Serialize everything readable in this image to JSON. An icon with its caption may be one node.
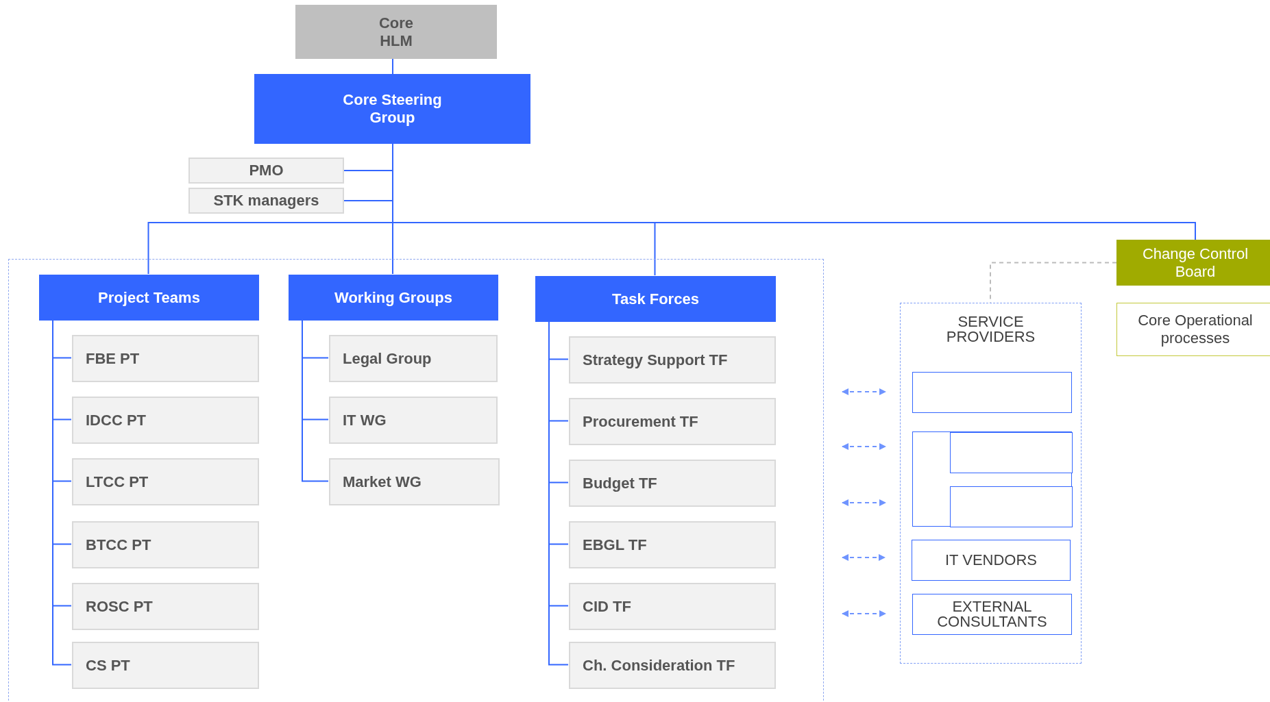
{
  "diagram": {
    "nodes": [
      {
        "text": [
          "Core HLM"
        ]
      },
      {
        "text": [
          "Core Steering Group"
        ]
      },
      {
        "text": [
          "PMO"
        ]
      },
      {
        "text": [
          "STK managers"
        ]
      },
      {
        "text": [],
        "shape": "box"
      },
      {
        "text": [
          "Project Teams"
        ],
        "in": 4
      },
      {
        "text": [
          "FBE PT"
        ],
        "in": 4
      },
      {
        "text": [
          "IDCC PT"
        ],
        "in": 4
      },
      {
        "text": [
          "LTCC PT"
        ],
        "in": 4
      },
      {
        "text": [
          "BTCC PT"
        ],
        "in": 4
      },
      {
        "text": [
          "ROSC PT"
        ],
        "in": 4
      },
      {
        "text": [
          "CS PT"
        ],
        "in": 4
      },
      {
        "text": [
          "Working Groups"
        ],
        "in": 4
      },
      {
        "text": [
          "Legal Group"
        ],
        "in": 4
      },
      {
        "text": [
          "IT WG"
        ],
        "in": 4
      },
      {
        "text": [
          "Market WG"
        ],
        "in": 4
      },
      {
        "text": [
          "Task Forces"
        ],
        "in": 4
      },
      {
        "text": [
          "Strategy Support TF"
        ],
        "in": 4
      },
      {
        "text": [
          "Procurement TF"
        ],
        "in": 4
      },
      {
        "text": [
          "Budget TF"
        ],
        "in": 4
      },
      {
        "text": [
          "EBGL TF"
        ],
        "in": 4
      },
      {
        "text": [
          "CID TF"
        ],
        "in": 4
      },
      {
        "text": [
          "Ch. Consideration TF"
        ],
        "in": 4
      },
      {
        "text": [
          "Change Control Board"
        ]
      },
      {
        "text": [
          "Core Operational processes"
        ]
      },
      {
        "text": [
          "SERVICE PROVIDERS"
        ]
      },
      {
        "text": [],
        "shape": "box",
        "in": 25
      },
      {
        "text": [],
        "shape": "box",
        "in": 25
      },
      {
        "text": [],
        "shape": "box",
        "in": 27
      },
      {
        "text": [],
        "shape": "box",
        "in": 27
      },
      {
        "text": [
          "IT VENDORS"
        ],
        "in": 25
      },
      {
        "text": [
          "EXTERNAL CONSULTANTS"
        ],
        "in": 25
      }
    ],
    "edges": [
      {
        "from": 0,
        "to": 1,
        "arrow": "none"
      },
      {
        "from": 1,
        "to": 2,
        "arrow": "none"
      },
      {
        "from": 1,
        "to": 3,
        "arrow": "none"
      },
      {
        "from": 1,
        "to": 5,
        "arrow": "none"
      },
      {
        "from": 1,
        "to": 12,
        "arrow": "none"
      },
      {
        "from": 1,
        "to": 16,
        "arrow": "none"
      },
      {
        "from": 1,
        "to": 23,
        "arrow": "none"
      },
      {
        "from": 5,
        "to": 6,
        "arrow": "none"
      },
      {
        "from": 5,
        "to": 7,
        "arrow": "none"
      },
      {
        "from": 5,
        "to": 8,
        "arrow": "none"
      },
      {
        "from": 5,
        "to": 9,
        "arrow": "none"
      },
      {
        "from": 5,
        "to": 10,
        "arrow": "none"
      },
      {
        "from": 5,
        "to": 11,
        "arrow": "none"
      },
      {
        "from": 12,
        "to": 13,
        "arrow": "none"
      },
      {
        "from": 12,
        "to": 14,
        "arrow": "none"
      },
      {
        "from": 12,
        "to": 15,
        "arrow": "none"
      },
      {
        "from": 16,
        "to": 17,
        "arrow": "none"
      },
      {
        "from": 16,
        "to": 18,
        "arrow": "none"
      },
      {
        "from": 16,
        "to": 19,
        "arrow": "none"
      },
      {
        "from": 16,
        "to": 20,
        "arrow": "none"
      },
      {
        "from": 16,
        "to": 21,
        "arrow": "none"
      },
      {
        "from": 16,
        "to": 22,
        "arrow": "none"
      },
      {
        "from": 23,
        "to": 25,
        "arrow": "none",
        "style": "dashed",
        "color": "#bbbbbb"
      },
      {
        "from": 4,
        "to": 26,
        "arrow": "both",
        "style": "dashed",
        "color": "#6f94ff"
      },
      {
        "from": 4,
        "to": 27,
        "arrow": "both",
        "style": "dashed",
        "color": "#6f94ff"
      },
      {
        "from": 4,
        "to": 27,
        "arrow": "both",
        "style": "dashed",
        "color": "#6f94ff"
      },
      {
        "from": 4,
        "to": 30,
        "arrow": "both",
        "style": "dashed",
        "color": "#6f94ff"
      },
      {
        "from": 4,
        "to": 31,
        "arrow": "both",
        "style": "dashed",
        "color": "#6f94ff"
      }
    ]
  }
}
